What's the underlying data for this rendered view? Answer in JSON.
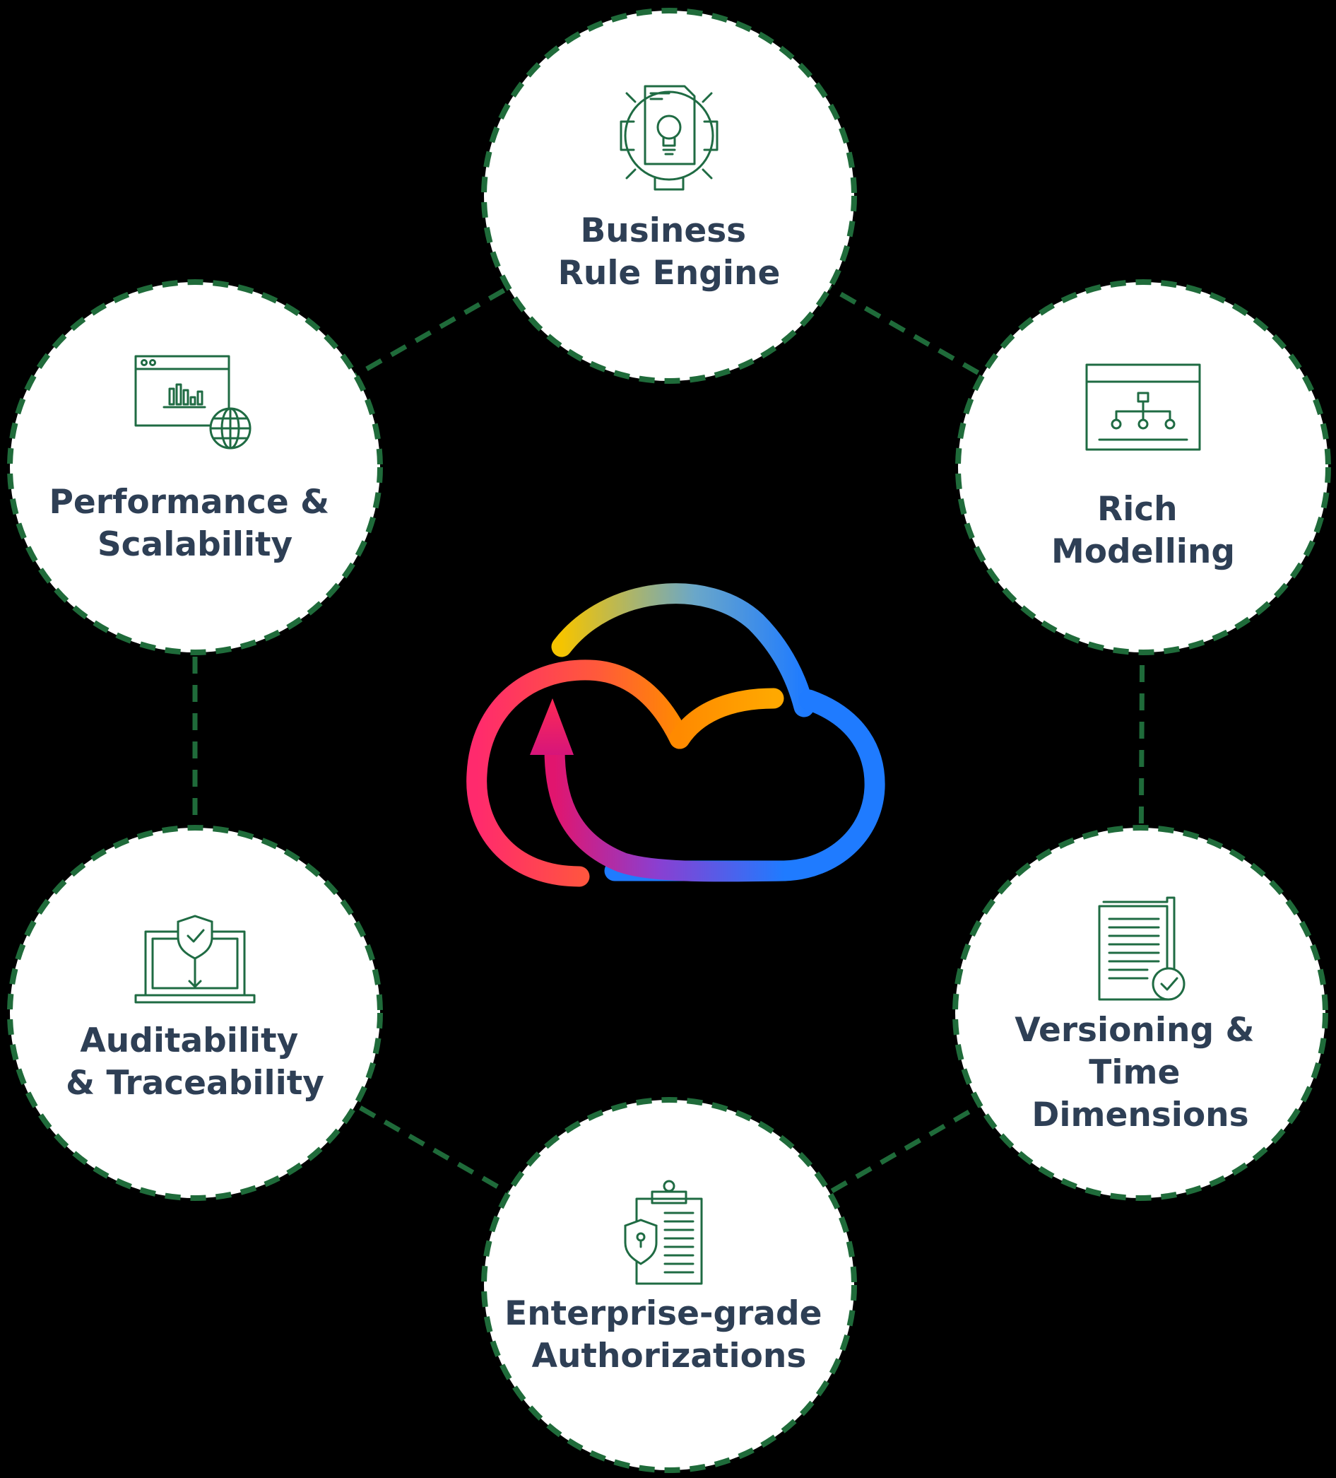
{
  "colors": {
    "background": "#000000",
    "circle_fill": "#ffffff",
    "dash_stroke": "#1f6b3a",
    "label_text": "#2e3f55",
    "icon_stroke": "#1f6b43"
  },
  "center_logo": {
    "icon": "cloud-cycle-icon",
    "gradient": [
      "#ff2a6d",
      "#ff8a00",
      "#f5c400",
      "#6aa7c9",
      "#1f7bff",
      "#8a3fd1"
    ]
  },
  "nodes": [
    {
      "id": "business-rule-engine",
      "icon": "gear-document-lightbulb-icon",
      "lines": [
        "Business",
        "Rule Engine"
      ]
    },
    {
      "id": "rich-modelling",
      "icon": "hierarchy-window-icon",
      "lines": [
        "Rich",
        "Modelling"
      ]
    },
    {
      "id": "versioning-time-dimensions",
      "icon": "document-check-icon",
      "lines": [
        "Versioning &",
        "Time",
        "Dimensions"
      ]
    },
    {
      "id": "enterprise-grade-authorizations",
      "icon": "clipboard-shield-icon",
      "lines": [
        "Enterprise-grade",
        "Authorizations"
      ]
    },
    {
      "id": "auditability-traceability",
      "icon": "laptop-shield-icon",
      "lines": [
        "Auditability",
        "& Traceability"
      ]
    },
    {
      "id": "performance-scalability",
      "icon": "browser-chart-globe-icon",
      "lines": [
        "Performance &",
        "Scalability"
      ]
    }
  ]
}
